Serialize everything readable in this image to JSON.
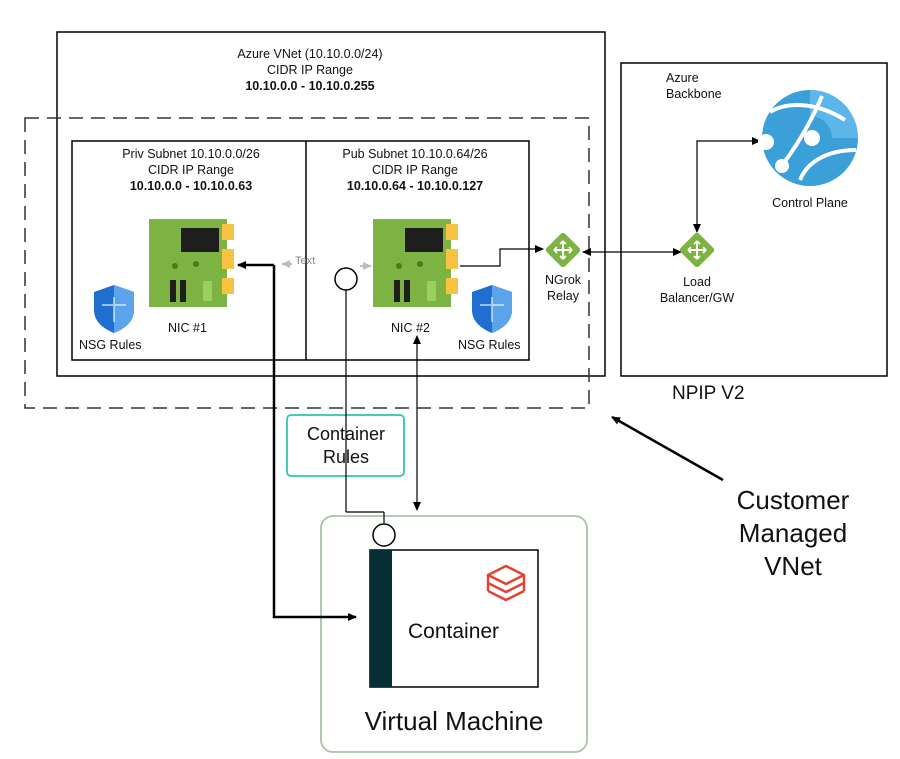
{
  "vnet": {
    "line1": "Azure VNet  (10.10.0.0/24)",
    "line2": "CIDR IP Range",
    "line3": "10.10.0.0 - 10.10.0.255"
  },
  "priv_subnet": {
    "line1": "Priv Subnet 10.10.0.0/26",
    "line2": "CIDR IP Range",
    "line3": "10.10.0.0 - 10.10.0.63"
  },
  "pub_subnet": {
    "line1": "Pub Subnet 10.10.0.64/26",
    "line2": "CIDR IP Range",
    "line3": "10.10.0.64 - 10.10.0.127"
  },
  "nic1_label": "NIC #1",
  "nic2_label": "NIC #2",
  "nsg_left_label": "NSG Rules",
  "nsg_right_label": "NSG Rules",
  "link_text": "Text",
  "ngrok_label": "NGrok\nRelay",
  "azure_backbone_label": "Azure\nBackbone",
  "control_plane_label": "Control Plane",
  "load_balancer_label": "Load\nBalancer/GW",
  "npip_label": "NPIP V2",
  "customer_vnet_label": "Customer\nManaged\nVNet",
  "container_rules_label": "Container\nRules",
  "container_label": "Container",
  "vm_label": "Virtual Machine",
  "colors": {
    "nic_green": "#7cb342",
    "nic_chip": "#1e1e1e",
    "nic_gold": "#f6c342",
    "shield": "#1f6fd1",
    "azure_blue": "#3b9fd8",
    "router_green": "#7cb342",
    "teal_border": "#2ec4b6",
    "vm_border": "#a9c2a9",
    "container_bar": "#062e33",
    "databricks_red": "#e8402f"
  }
}
